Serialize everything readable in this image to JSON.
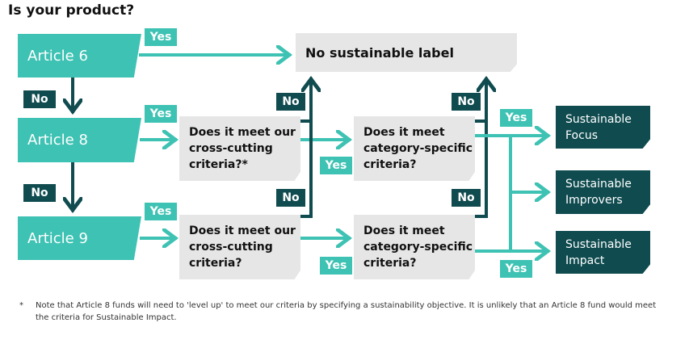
{
  "title": "Is your product?",
  "articles": [
    {
      "label": "Article 6"
    },
    {
      "label": "Article 8"
    },
    {
      "label": "Article 9"
    }
  ],
  "no_label_box": "No sustainable label",
  "questions": {
    "cross_cutting_a8": "Does it meet our\ncross-cutting\ncriteria?*",
    "category_a8": "Does it meet\ncategory-specific\ncriteria?",
    "cross_cutting_a9": "Does it meet our\ncross-cutting\ncriteria?",
    "category_a9": "Does it meet\ncategory-specific\ncriteria?"
  },
  "outcomes": {
    "focus": "Sustainable\nFocus",
    "improvers": "Sustainable\nImprovers",
    "impact": "Sustainable\nImpact"
  },
  "badges": {
    "yes": "Yes",
    "no": "No"
  },
  "footnote": {
    "marker": "*",
    "text": "Note that Article 8 funds will need to 'level up' to meet our criteria by specifying a sustainability objective. It is unlikely that an Article 8 fund would meet the criteria for Sustainable Impact."
  },
  "colors": {
    "teal": "#3ec2b3",
    "dark_teal": "#0f4b4f",
    "grey": "#e6e6e6"
  }
}
